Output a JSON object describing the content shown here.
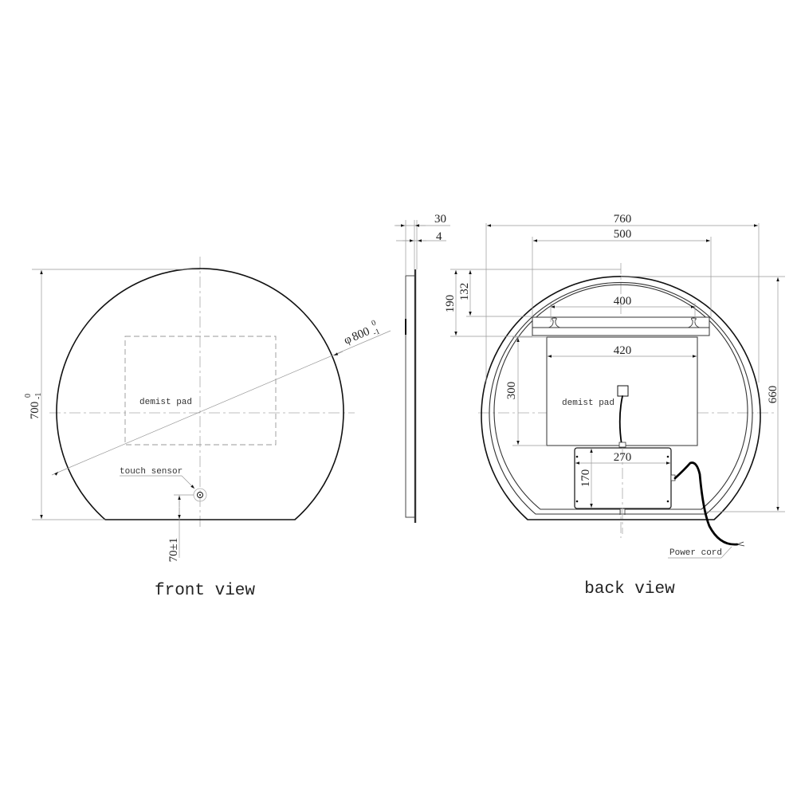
{
  "front_view": {
    "title": "front view",
    "height_dim": {
      "value": "700",
      "tol_upper": "0",
      "tol_lower": "-1"
    },
    "diameter_dim": {
      "symbol": "φ",
      "value": "800",
      "tol_upper": "0",
      "tol_lower": "-1"
    },
    "demist_pad_label": "demist pad",
    "touch_sensor_label": "touch sensor",
    "sensor_offset_dim": "70±1"
  },
  "side_view": {
    "thickness_dim": "30",
    "glass_dim": "4"
  },
  "back_view": {
    "title": "back view",
    "width_outer_dim": "760",
    "width_inner_dim": "500",
    "bracket_dim": "400",
    "pad_width_dim": "420",
    "pad_height_dim": "300",
    "driver_width_dim": "270",
    "driver_height_dim": "170",
    "top_offset_1_dim": "190",
    "top_offset_2_dim": "132",
    "inner_height_dim": "660",
    "demist_pad_label": "demist pad",
    "power_cord_label": "Power cord"
  }
}
